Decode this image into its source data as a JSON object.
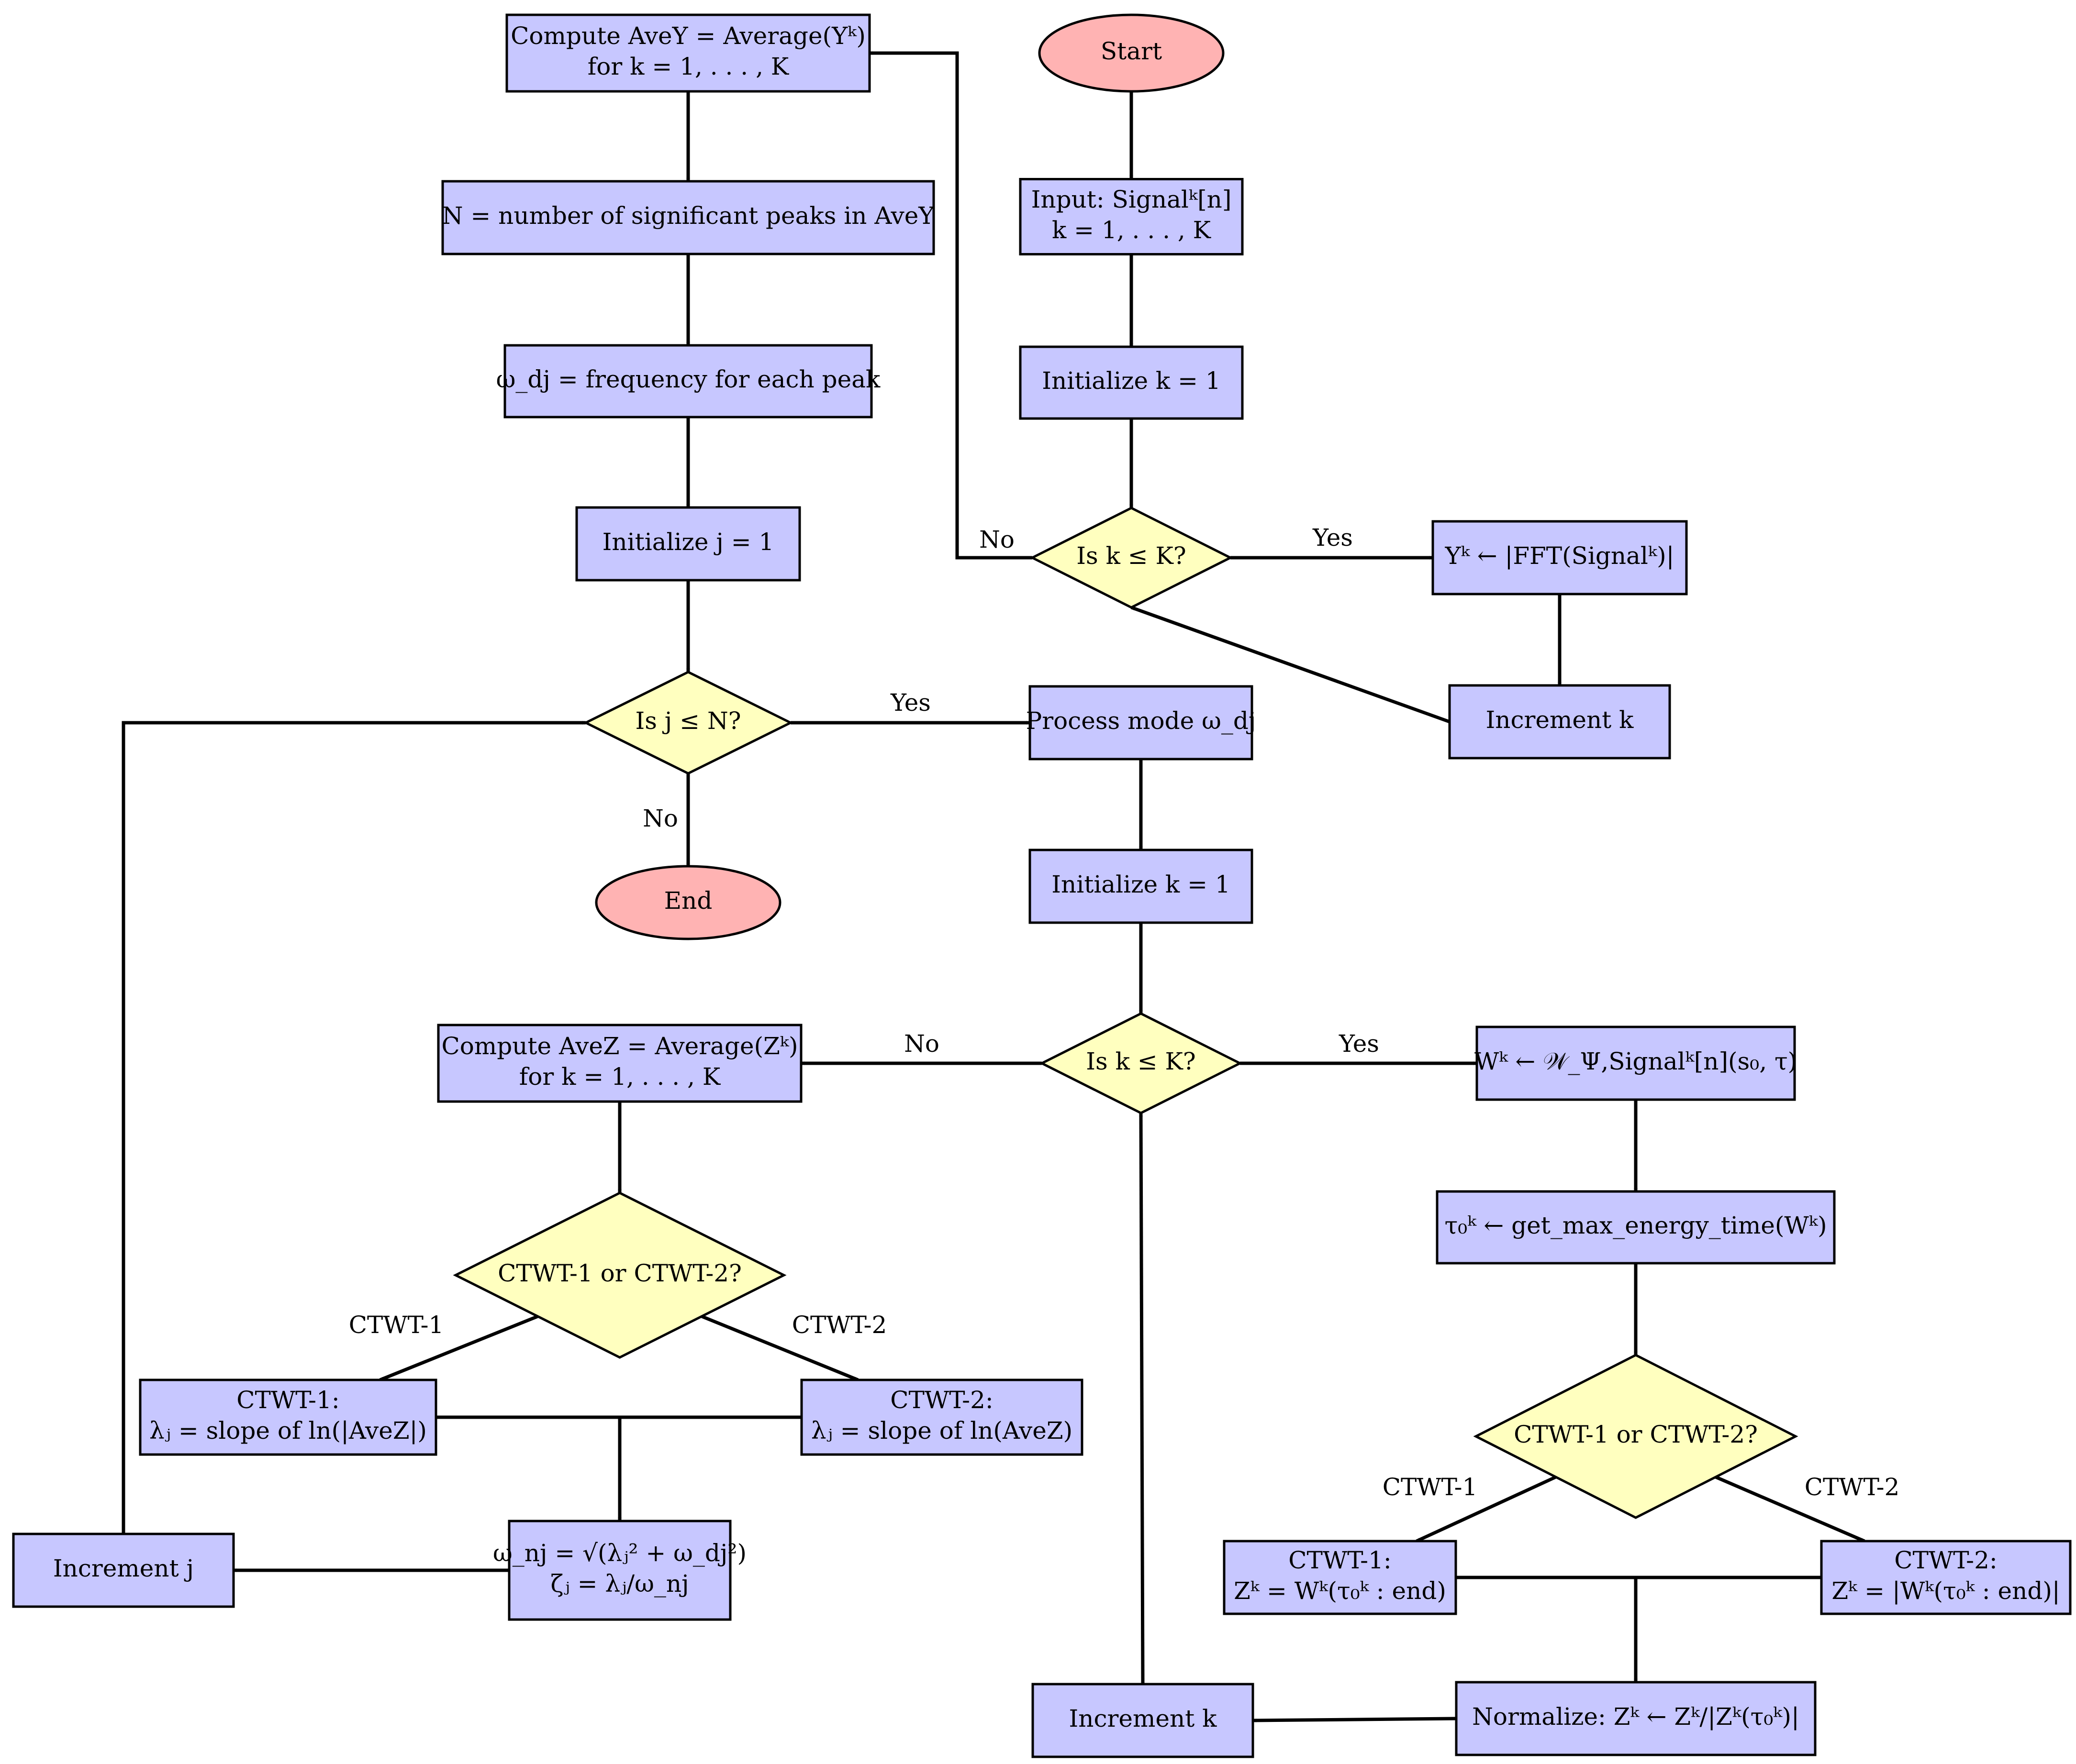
{
  "colors": {
    "process_fill": "#c7c7ff",
    "decision_fill": "#ffffbf",
    "terminal_fill": "#ffb3b3",
    "stroke": "#000000"
  },
  "nodes": [
    {
      "id": "start",
      "shape": "terminal",
      "lines": [
        "Start"
      ]
    },
    {
      "id": "input",
      "shape": "process",
      "lines": [
        "Input: Signalᵏ[n]",
        "k = 1, . . . , K"
      ]
    },
    {
      "id": "initk1",
      "shape": "process",
      "lines": [
        "Initialize k = 1"
      ]
    },
    {
      "id": "dec1",
      "shape": "decision",
      "lines": [
        "Is k ≤ K?"
      ]
    },
    {
      "id": "fft",
      "shape": "process",
      "lines": [
        "Yᵏ ← |FFT(Signalᵏ)|"
      ]
    },
    {
      "id": "inck1",
      "shape": "process",
      "lines": [
        "Increment k"
      ]
    },
    {
      "id": "avey",
      "shape": "process",
      "lines": [
        "Compute AveY = Average(Yᵏ)",
        "for k = 1, . . . , K"
      ]
    },
    {
      "id": "npeaks",
      "shape": "process",
      "lines": [
        "N = number of significant peaks in AveY"
      ]
    },
    {
      "id": "omegad",
      "shape": "process",
      "lines": [
        "ω_dj = frequency for each peak"
      ]
    },
    {
      "id": "initj",
      "shape": "process",
      "lines": [
        "Initialize j = 1"
      ]
    },
    {
      "id": "decj",
      "shape": "decision",
      "lines": [
        "Is j ≤ N?"
      ]
    },
    {
      "id": "end",
      "shape": "terminal",
      "lines": [
        "End"
      ]
    },
    {
      "id": "procmode",
      "shape": "process",
      "lines": [
        "Process mode ω_dj"
      ]
    },
    {
      "id": "initk2",
      "shape": "process",
      "lines": [
        "Initialize k = 1"
      ]
    },
    {
      "id": "dec2",
      "shape": "decision",
      "lines": [
        "Is k ≤ K?"
      ]
    },
    {
      "id": "wk",
      "shape": "process",
      "lines": [
        "Wᵏ ← 𝒲_Ψ,Signalᵏ[n](s₀, τ)"
      ]
    },
    {
      "id": "tau",
      "shape": "process",
      "lines": [
        "τ₀ᵏ ← get_max_energy_time(Wᵏ)"
      ]
    },
    {
      "id": "dec3",
      "shape": "decision",
      "lines": [
        "CTWT-1 or CTWT-2?"
      ]
    },
    {
      "id": "ctwt1r",
      "shape": "process",
      "lines": [
        "CTWT-1:",
        "Zᵏ = Wᵏ(τ₀ᵏ : end)"
      ]
    },
    {
      "id": "ctwt2r",
      "shape": "process",
      "lines": [
        "CTWT-2:",
        "Zᵏ = |Wᵏ(τ₀ᵏ : end)|"
      ]
    },
    {
      "id": "normalize",
      "shape": "process",
      "lines": [
        "Normalize: Zᵏ ← Zᵏ/|Zᵏ(τ₀ᵏ)|"
      ]
    },
    {
      "id": "inck2",
      "shape": "process",
      "lines": [
        "Increment k"
      ]
    },
    {
      "id": "avez",
      "shape": "process",
      "lines": [
        "Compute AveZ = Average(Zᵏ)",
        "for k = 1, . . . , K"
      ]
    },
    {
      "id": "dec4",
      "shape": "decision",
      "lines": [
        "CTWT-1 or CTWT-2?"
      ]
    },
    {
      "id": "ctwt1l",
      "shape": "process",
      "lines": [
        "CTWT-1:",
        "λⱼ = slope of ln(|AveZ|)"
      ]
    },
    {
      "id": "ctwt2l",
      "shape": "process",
      "lines": [
        "CTWT-2:",
        "λⱼ = slope of ln(AveZ)"
      ]
    },
    {
      "id": "omegan",
      "shape": "process",
      "lines": [
        "ω_nj = √(λⱼ² + ω_dj²)",
        "ζⱼ = λⱼ/ω_nj"
      ]
    },
    {
      "id": "incj",
      "shape": "process",
      "lines": [
        "Increment j"
      ]
    }
  ],
  "edges": [
    {
      "id": "e-start-input",
      "from": "start",
      "to": "input",
      "label": ""
    },
    {
      "id": "e-input-initk1",
      "from": "input",
      "to": "initk1",
      "label": ""
    },
    {
      "id": "e-initk1-dec1",
      "from": "initk1",
      "to": "dec1",
      "label": ""
    },
    {
      "id": "e-dec1-fft",
      "from": "dec1",
      "to": "fft",
      "label": "Yes"
    },
    {
      "id": "e-fft-inck1",
      "from": "fft",
      "to": "inck1",
      "label": ""
    },
    {
      "id": "e-inck1-dec1",
      "from": "inck1",
      "to": "dec1",
      "label": ""
    },
    {
      "id": "e-dec1-avey",
      "from": "dec1",
      "to": "avey",
      "label": "No"
    },
    {
      "id": "e-avey-npeaks",
      "from": "avey",
      "to": "npeaks",
      "label": ""
    },
    {
      "id": "e-npeaks-omegad",
      "from": "npeaks",
      "to": "omegad",
      "label": ""
    },
    {
      "id": "e-omegad-initj",
      "from": "omegad",
      "to": "initj",
      "label": ""
    },
    {
      "id": "e-initj-decj",
      "from": "initj",
      "to": "decj",
      "label": ""
    },
    {
      "id": "e-decj-procmode",
      "from": "decj",
      "to": "procmode",
      "label": "Yes"
    },
    {
      "id": "e-decj-end",
      "from": "decj",
      "to": "end",
      "label": "No"
    },
    {
      "id": "e-procmode-initk2",
      "from": "procmode",
      "to": "initk2",
      "label": ""
    },
    {
      "id": "e-initk2-dec2",
      "from": "initk2",
      "to": "dec2",
      "label": ""
    },
    {
      "id": "e-dec2-wk",
      "from": "dec2",
      "to": "wk",
      "label": "Yes"
    },
    {
      "id": "e-wk-tau",
      "from": "wk",
      "to": "tau",
      "label": ""
    },
    {
      "id": "e-tau-dec3",
      "from": "tau",
      "to": "dec3",
      "label": ""
    },
    {
      "id": "e-dec3-ctwt1r",
      "from": "dec3",
      "to": "ctwt1r",
      "label": "CTWT-1"
    },
    {
      "id": "e-dec3-ctwt2r",
      "from": "dec3",
      "to": "ctwt2r",
      "label": "CTWT-2"
    },
    {
      "id": "e-ctwt1r-ctwt2r",
      "from": "ctwt1r",
      "to": "ctwt2r",
      "label": ""
    },
    {
      "id": "e-merge-normalize",
      "from": "ctwt1r",
      "to": "normalize",
      "label": ""
    },
    {
      "id": "e-normalize-inck2",
      "from": "normalize",
      "to": "inck2",
      "label": ""
    },
    {
      "id": "e-inck2-dec2",
      "from": "inck2",
      "to": "dec2",
      "label": ""
    },
    {
      "id": "e-dec2-avez",
      "from": "dec2",
      "to": "avez",
      "label": "No"
    },
    {
      "id": "e-avez-dec4",
      "from": "avez",
      "to": "dec4",
      "label": ""
    },
    {
      "id": "e-dec4-ctwt1l",
      "from": "dec4",
      "to": "ctwt1l",
      "label": "CTWT-1"
    },
    {
      "id": "e-dec4-ctwt2l",
      "from": "dec4",
      "to": "ctwt2l",
      "label": "CTWT-2"
    },
    {
      "id": "e-ctwt1l-ctwt2l",
      "from": "ctwt1l",
      "to": "ctwt2l",
      "label": ""
    },
    {
      "id": "e-merge-omegan",
      "from": "ctwt1l",
      "to": "omegan",
      "label": ""
    },
    {
      "id": "e-omegan-incj",
      "from": "omegan",
      "to": "incj",
      "label": ""
    },
    {
      "id": "e-incj-decj",
      "from": "incj",
      "to": "decj",
      "label": ""
    }
  ]
}
